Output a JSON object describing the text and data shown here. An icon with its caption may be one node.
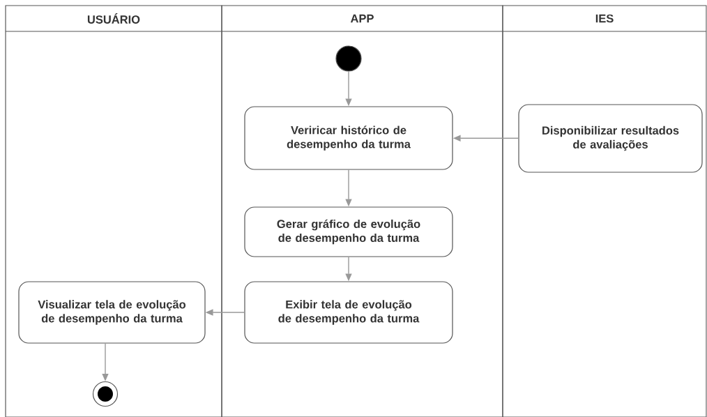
{
  "diagram": {
    "nodes": [
      {
        "text": [
          "USUÁRIO"
        ]
      },
      {
        "text": [
          "APP"
        ]
      },
      {
        "text": [
          "IES"
        ]
      },
      {
        "text": [],
        "shape": "circle",
        "in": 1
      },
      {
        "text": [
          "Veriricar histórico de desempenho da turma"
        ],
        "in": 1
      },
      {
        "text": [
          "Disponibilizar resultados de avaliações"
        ],
        "in": 2
      },
      {
        "text": [
          "Gerar gráfico de evolução de desempenho da turma"
        ],
        "in": 1
      },
      {
        "text": [
          "Visualizar tela de evolução de desempenho da turma"
        ],
        "in": 0
      },
      {
        "text": [
          "Exibir tela de evolução de desempenho da turma"
        ],
        "in": 1
      },
      {
        "text": [],
        "shape": "bullseye",
        "in": 0
      }
    ],
    "edges": [
      {
        "from": 3,
        "to": 4,
        "arrow": "to"
      },
      {
        "from": 5,
        "to": 4,
        "arrow": "to"
      },
      {
        "from": 4,
        "to": 6,
        "arrow": "to"
      },
      {
        "from": 6,
        "to": 8,
        "arrow": "to"
      },
      {
        "from": 8,
        "to": 7,
        "arrow": "to"
      },
      {
        "from": 7,
        "to": 9,
        "arrow": "to"
      }
    ]
  }
}
